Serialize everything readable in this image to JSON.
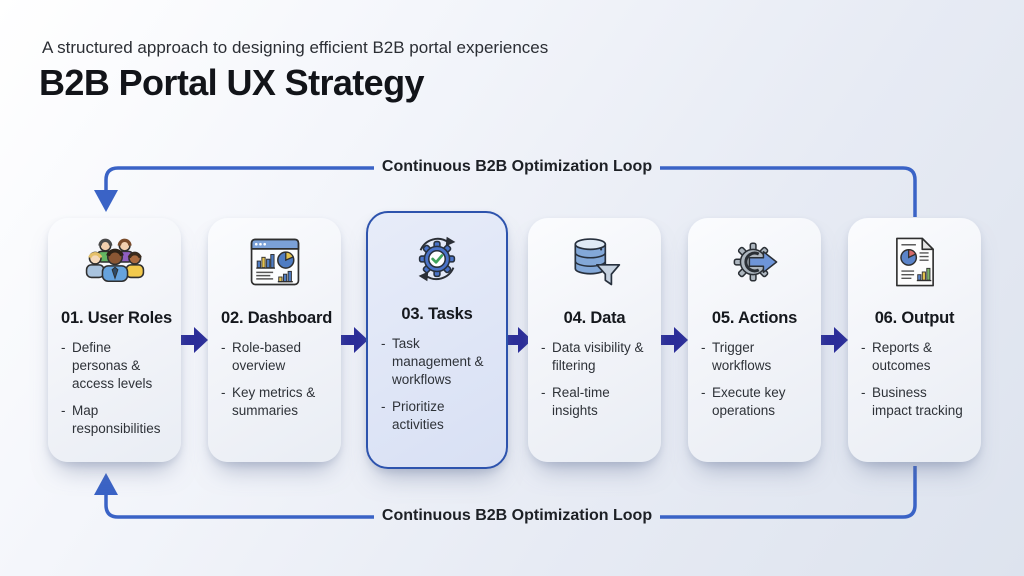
{
  "header": {
    "subtitle": "A structured approach to designing efficient B2B portal experiences",
    "title": "B2B Portal UX Strategy"
  },
  "loop": {
    "top_label": "Continuous B2B Optimization Loop",
    "bottom_label": "Continuous B2B Optimization Loop",
    "line_color": "#3a63c6"
  },
  "flow": {
    "bullet_marker": "-",
    "step_arrow_color": "#2b2d9a",
    "highlight_border_color": "#2d53ad",
    "highlight_fill_color": "#dde4f6",
    "card_fill_color": "#f1f3f8",
    "steps": [
      {
        "title": "01. User Roles",
        "icon": "team-people-icon",
        "highlighted": false,
        "bullets": [
          "Define personas & access levels",
          "Map responsibilities"
        ]
      },
      {
        "title": "02. Dashboard",
        "icon": "dashboard-charts-icon",
        "highlighted": false,
        "bullets": [
          "Role-based overview",
          "Key metrics & summaries"
        ]
      },
      {
        "title": "03. Tasks",
        "icon": "gear-check-cycle-icon",
        "highlighted": true,
        "bullets": [
          "Task management & workflows",
          "Prioritize activities"
        ]
      },
      {
        "title": "04. Data",
        "icon": "database-filter-icon",
        "highlighted": false,
        "bullets": [
          "Data visibility & filtering",
          "Real-time insights"
        ]
      },
      {
        "title": "05. Actions",
        "icon": "gear-arrow-icon",
        "highlighted": false,
        "bullets": [
          "Trigger workflows",
          "Execute key operations"
        ]
      },
      {
        "title": "06. Output",
        "icon": "report-document-icon",
        "highlighted": false,
        "bullets": [
          "Reports & outcomes",
          "Business impact tracking"
        ]
      }
    ]
  }
}
